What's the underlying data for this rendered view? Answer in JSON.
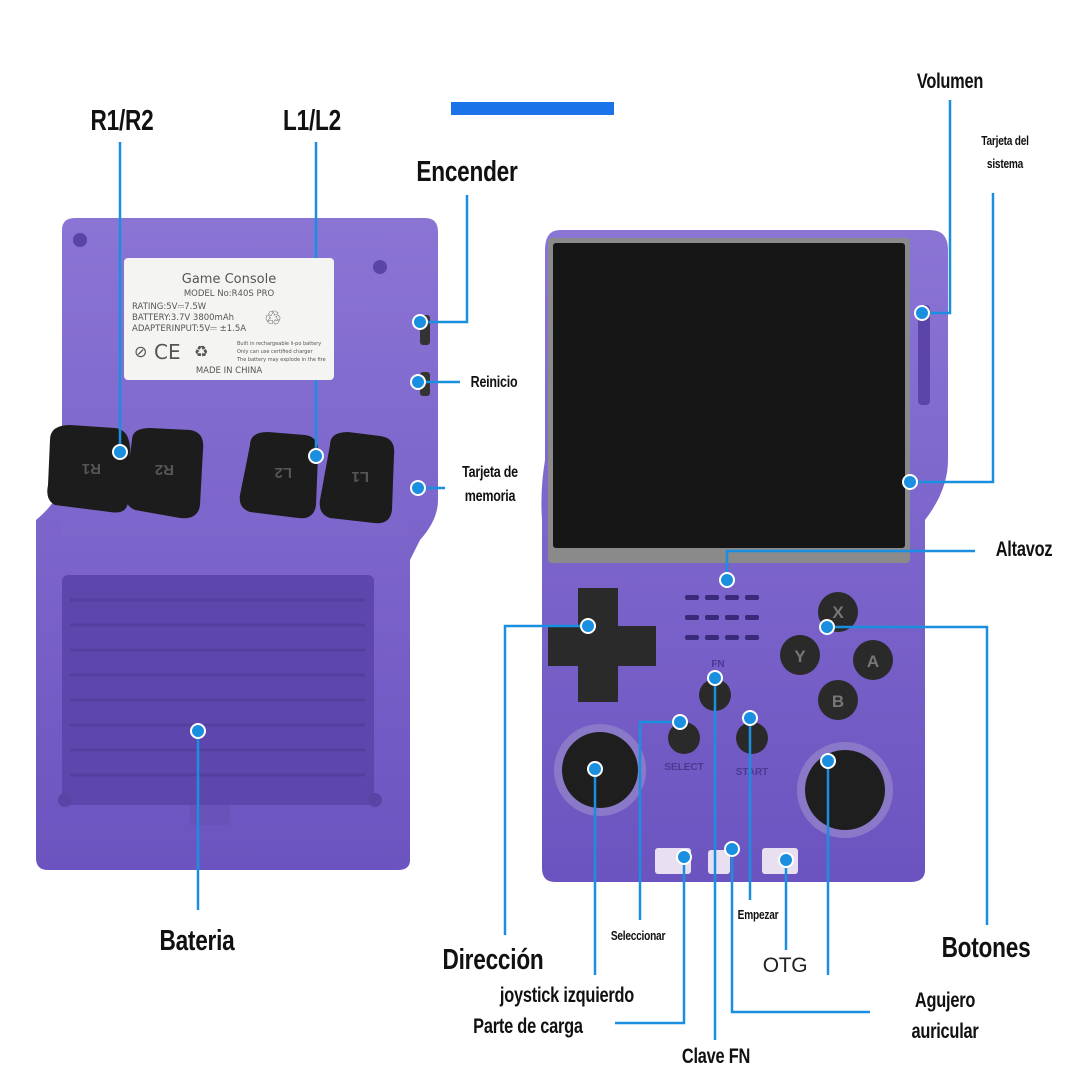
{
  "colors": {
    "accent": "#1a8fe0",
    "device": "#7b63c8",
    "device_dark": "#5b45a8",
    "screen": "#161616"
  },
  "back_labels": {
    "r1r2": "R1/R2",
    "l1l2": "L1/L2",
    "power": "Encender",
    "reset": "Reinicio",
    "memory_card_1": "Tarjeta de",
    "memory_card_2": "memoria",
    "battery": "Bateria"
  },
  "front_labels": {
    "volume": "Volumen",
    "system_card_1": "Tarjeta del",
    "system_card_2": "sistema",
    "speaker": "Altavoz",
    "buttons": "Botones",
    "direction": "Dirección",
    "select": "Seleccionar",
    "start": "Empezar",
    "otg": "OTG",
    "left_joystick": "joystick izquierdo",
    "charging": "Parte de carga",
    "headphone_1": "Agujero",
    "headphone_2": "auricular",
    "fn_key": "Clave FN"
  },
  "sticker": {
    "title": "Game Console",
    "model": "MODEL No:R40S PRO",
    "rating": "RATING:5V⎓7.5W",
    "battery": "BATTERY:3.7V 3800mAh",
    "adapter": "ADAPTERINPUT:5V⎓ ±1.5A",
    "warning_1": "Built in rechargeable li-po battery",
    "warning_2": "Only can use certified charger",
    "warning_3": "The battery may explode in the fire",
    "origin": "MADE IN CHINA",
    "ce": "CE"
  },
  "device_markings": {
    "r1": "R1",
    "r2": "R2",
    "l2": "L2",
    "l1": "L1",
    "fn": "FN",
    "select": "SELECT",
    "start": "START",
    "x": "X",
    "y": "Y",
    "a": "A",
    "b": "B"
  }
}
